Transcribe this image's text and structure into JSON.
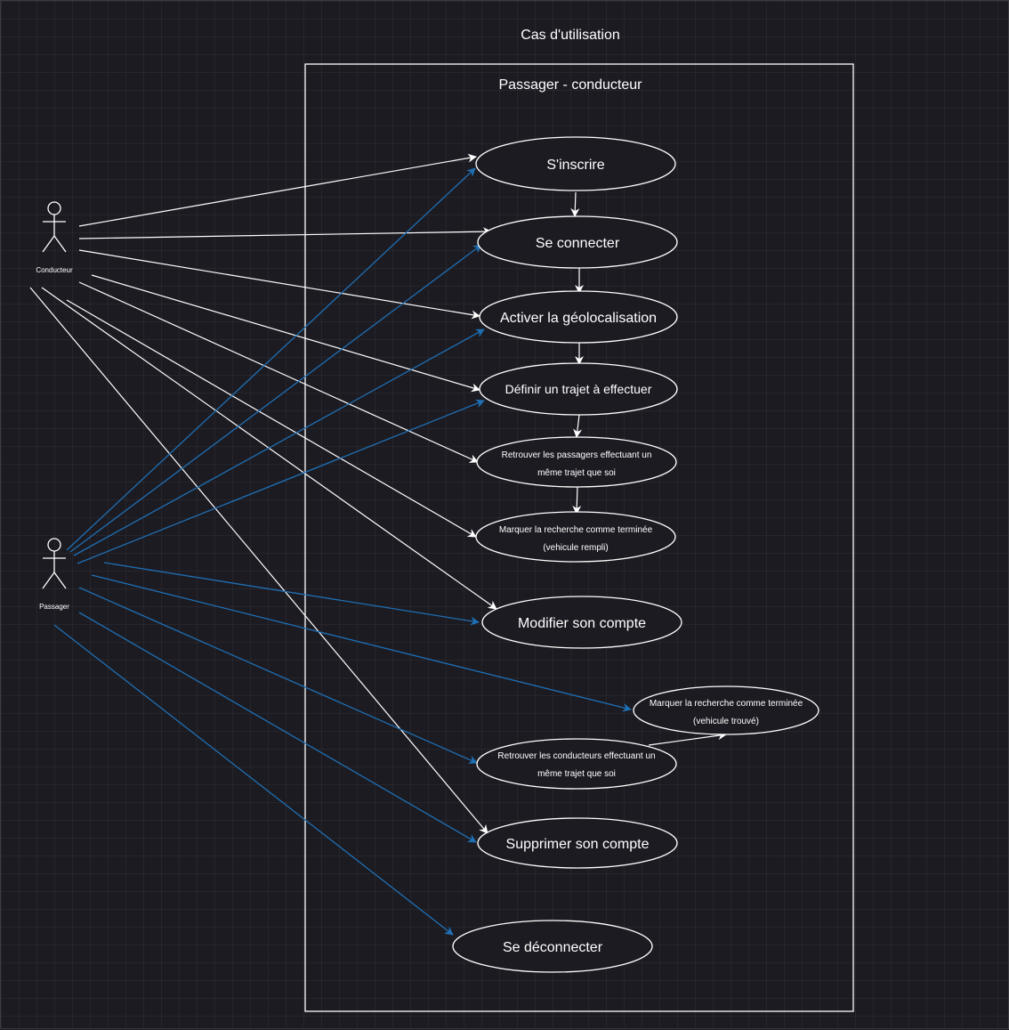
{
  "diagram": {
    "title": "Cas d'utilisation",
    "boundary_title": "Passager - conducteur"
  },
  "actors": {
    "conducteur": "Conducteur",
    "passager": "Passager"
  },
  "use_cases": {
    "inscrire": "S'inscrire",
    "connecter": "Se connecter",
    "geoloc": "Activer la géolocalisation",
    "definir_trajet": "Définir un trajet à effectuer",
    "retrouver_passagers_1": "Retrouver les passagers effectuant un",
    "retrouver_passagers_2": "même trajet que soi",
    "marquer_conducteur_1": "Marquer la recherche comme terminée",
    "marquer_conducteur_2": "(vehicule rempli)",
    "modifier_compte": "Modifier son compte",
    "marquer_passager_1": "Marquer la recherche comme terminée",
    "marquer_passager_2": "(vehicule trouvé)",
    "retrouver_conducteurs_1": "Retrouver les conducteurs effectuant un",
    "retrouver_conducteurs_2": "même trajet que soi",
    "supprimer_compte": "Supprimer son compte",
    "deconnecter": "Se déconnecter"
  },
  "colors": {
    "background": "#1c1b22",
    "driver_links": "#ffffff",
    "passenger_links": "#1f6fb3"
  }
}
